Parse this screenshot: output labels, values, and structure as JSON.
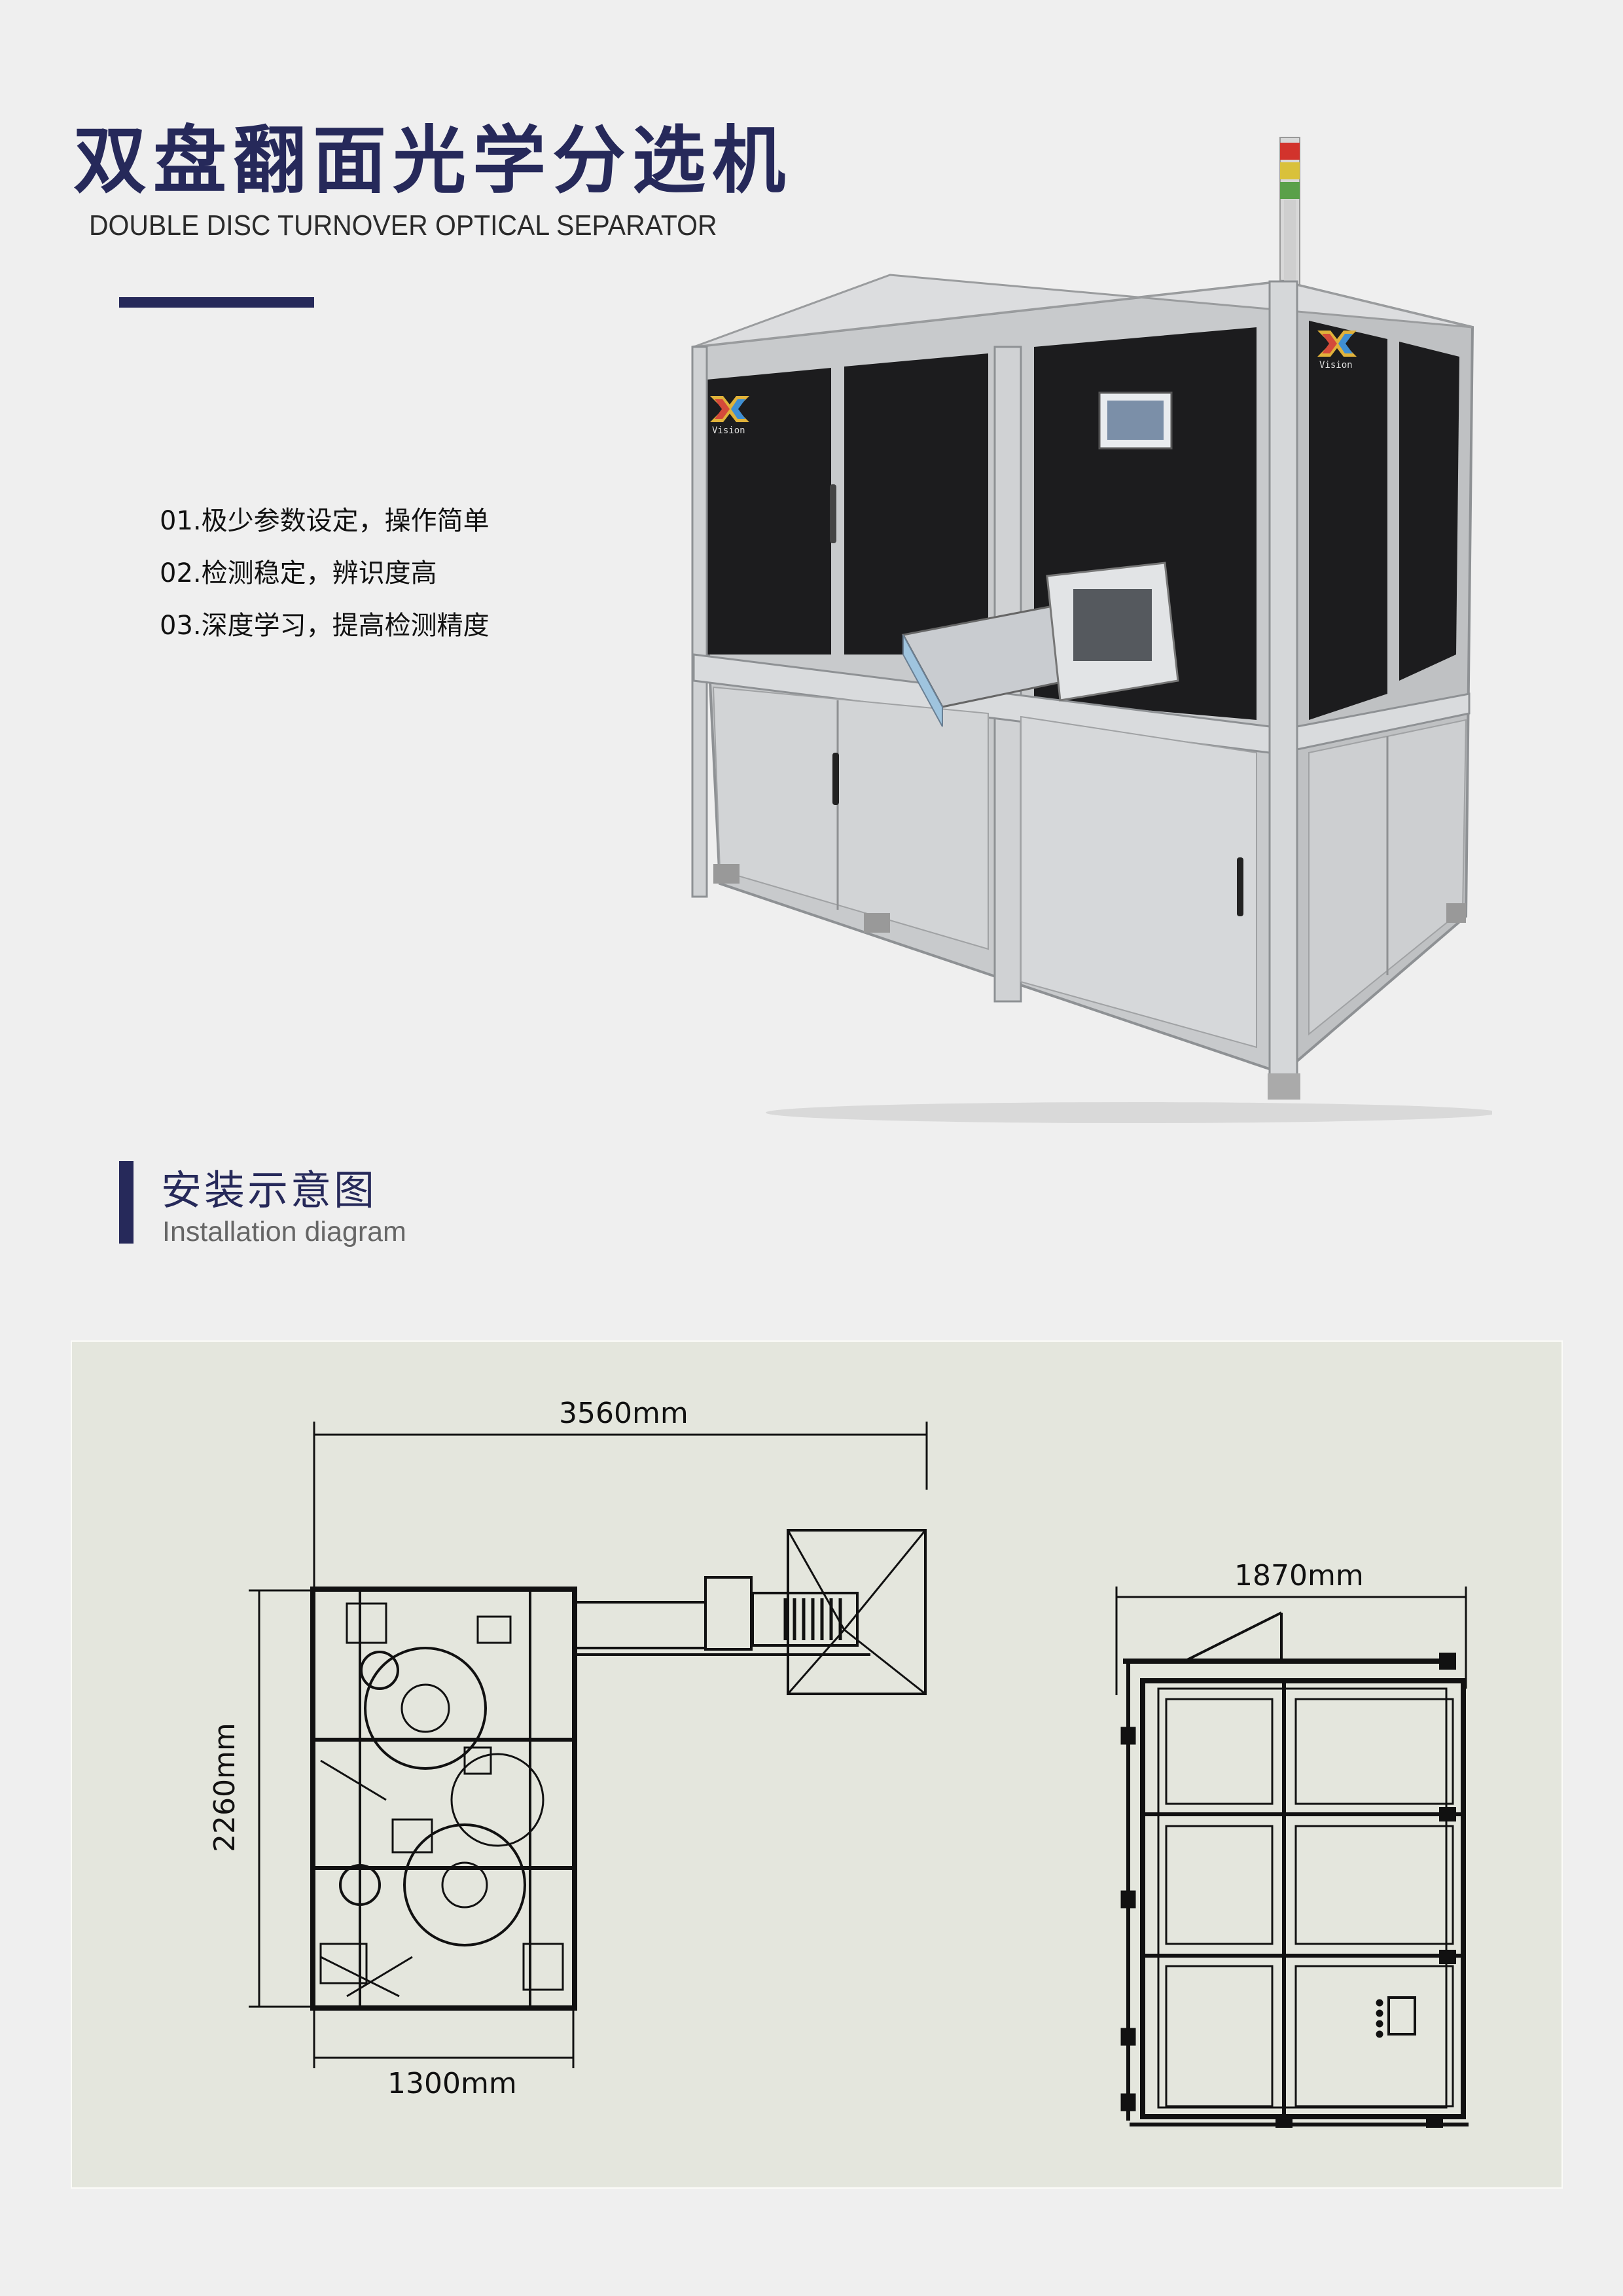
{
  "header": {
    "title_cn": "双盘翻面光学分选机",
    "title_en": "DOUBLE DISC TURNOVER OPTICAL SEPARATOR"
  },
  "features": [
    "01.极少参数设定，操作简单",
    "02.检测稳定，辨识度高",
    "03.深度学习，提高检测精度"
  ],
  "machine_logo_text": "Vision",
  "section": {
    "title_cn": "安装示意图",
    "title_en": "Installation diagram"
  },
  "dimensions": {
    "top_view_length": "3560mm",
    "top_view_depth": "2260mm",
    "top_view_width": "1300mm",
    "side_view_width": "1870mm"
  },
  "colors": {
    "brand_navy": "#26295a",
    "page_background": "#efefef",
    "drawing_background": "#e4e6dd"
  }
}
